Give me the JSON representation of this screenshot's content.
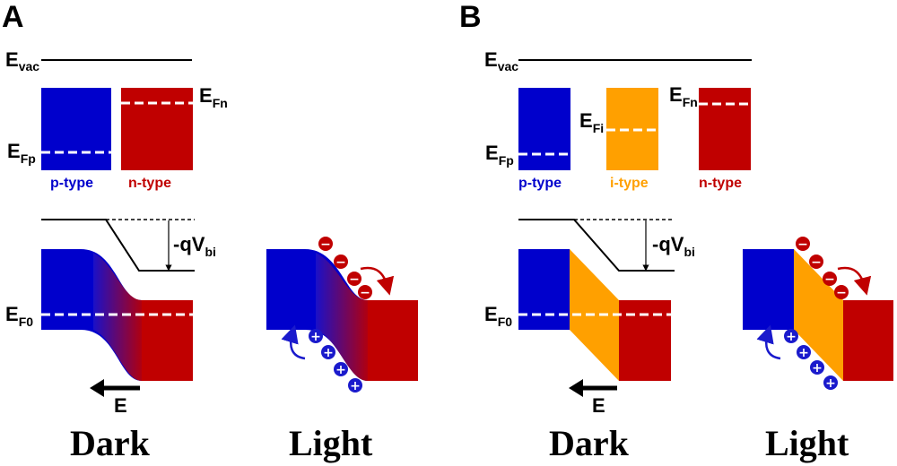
{
  "colors": {
    "p_type": "#0000cc",
    "n_type": "#c00000",
    "i_type": "#ffa000",
    "electron": "#c00000",
    "hole": "#1a1acc",
    "line": "#000000",
    "fermi_dash": "#ffffff"
  },
  "panel_a": {
    "letter": "A",
    "evac_main": "E",
    "evac_sub": "vac",
    "efn_main": "E",
    "efn_sub": "Fn",
    "efp_main": "E",
    "efp_sub": "Fp",
    "p_label": "p-type",
    "n_label": "n-type",
    "qv_main": "-qV",
    "qv_sub": "bi",
    "ef0_main": "E",
    "ef0_sub": "F0",
    "field_label": "E",
    "dark_caption": "Dark",
    "light_caption": "Light"
  },
  "panel_b": {
    "letter": "B",
    "evac_main": "E",
    "evac_sub": "vac",
    "efi_main": "E",
    "efi_sub": "Fi",
    "efn_main": "E",
    "efn_sub": "Fn",
    "efp_main": "E",
    "efp_sub": "Fp",
    "p_label": "p-type",
    "i_label": "i-type",
    "n_label": "n-type",
    "qv_main": "-qV",
    "qv_sub": "bi",
    "ef0_main": "E",
    "ef0_sub": "F0",
    "field_label": "E",
    "dark_caption": "Dark",
    "light_caption": "Light"
  },
  "carriers": {
    "electron_symbol": "−",
    "hole_symbol": "+"
  }
}
